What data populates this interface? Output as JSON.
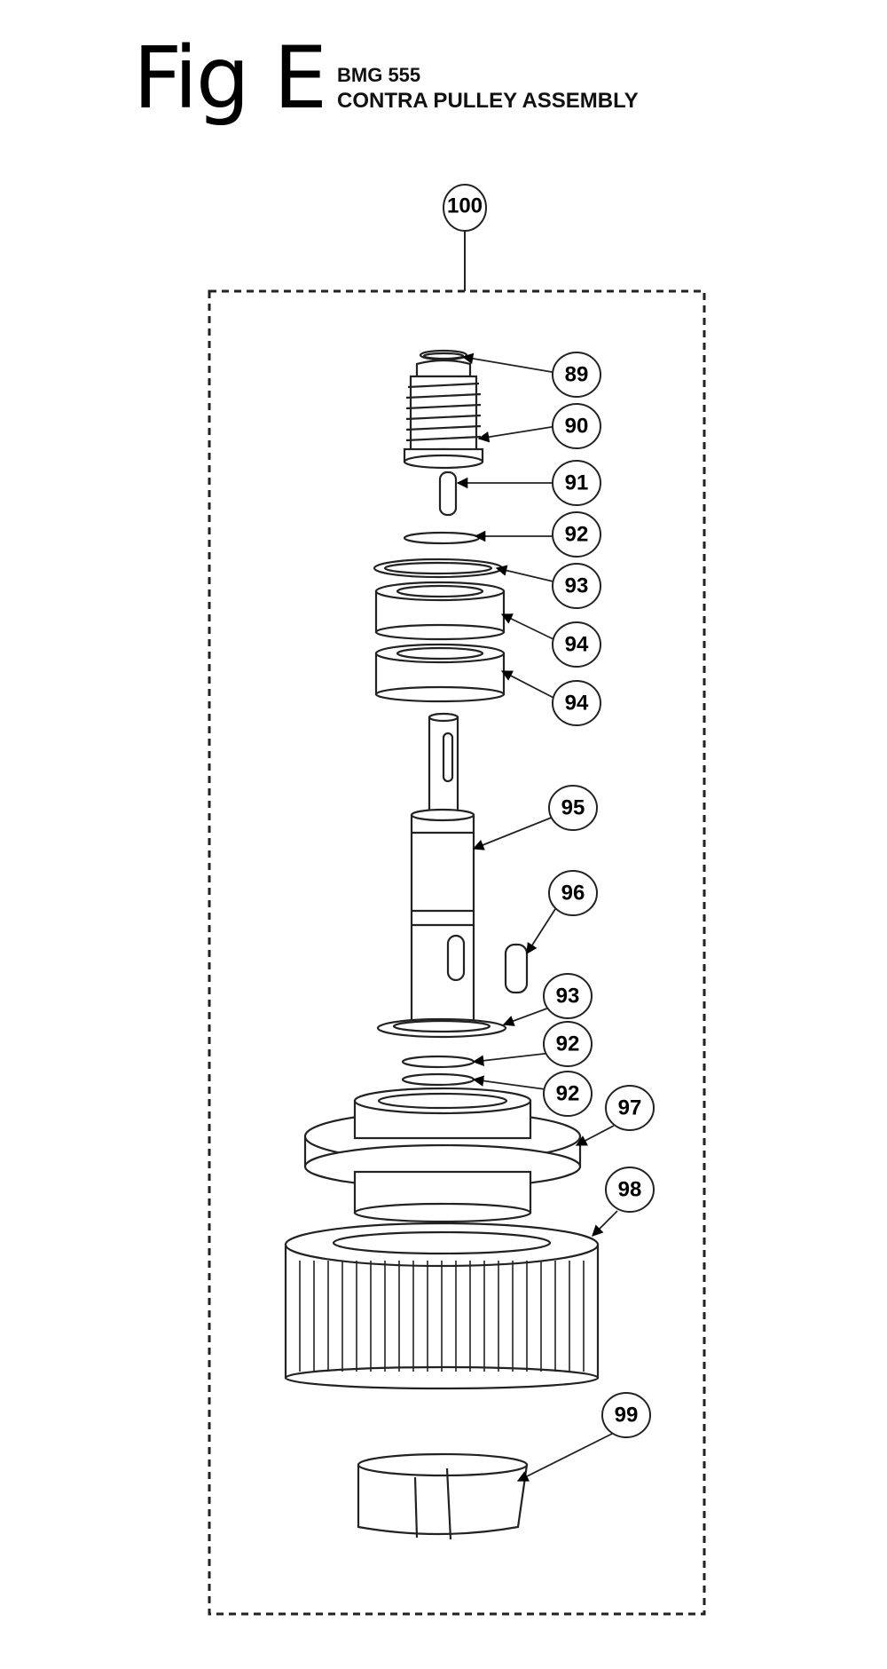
{
  "figure": {
    "label": "Fig E",
    "model": "BMG 555",
    "assembly": "CONTRA PULLEY ASSEMBLY"
  },
  "callouts": [
    {
      "id": "100",
      "part": "assembly-boundary"
    },
    {
      "id": "89",
      "part": "retaining-ring"
    },
    {
      "id": "90",
      "part": "worm-gear"
    },
    {
      "id": "91",
      "part": "key"
    },
    {
      "id": "92",
      "part": "shim-ring"
    },
    {
      "id": "93",
      "part": "snap-ring"
    },
    {
      "id": "94",
      "part": "bearing"
    },
    {
      "id": "94",
      "part": "bearing"
    },
    {
      "id": "95",
      "part": "shaft"
    },
    {
      "id": "96",
      "part": "key"
    },
    {
      "id": "93",
      "part": "snap-ring"
    },
    {
      "id": "92",
      "part": "shim-ring"
    },
    {
      "id": "92",
      "part": "shim-ring"
    },
    {
      "id": "97",
      "part": "bearing-housing"
    },
    {
      "id": "98",
      "part": "timing-pulley"
    },
    {
      "id": "99",
      "part": "pulley-cover"
    }
  ]
}
